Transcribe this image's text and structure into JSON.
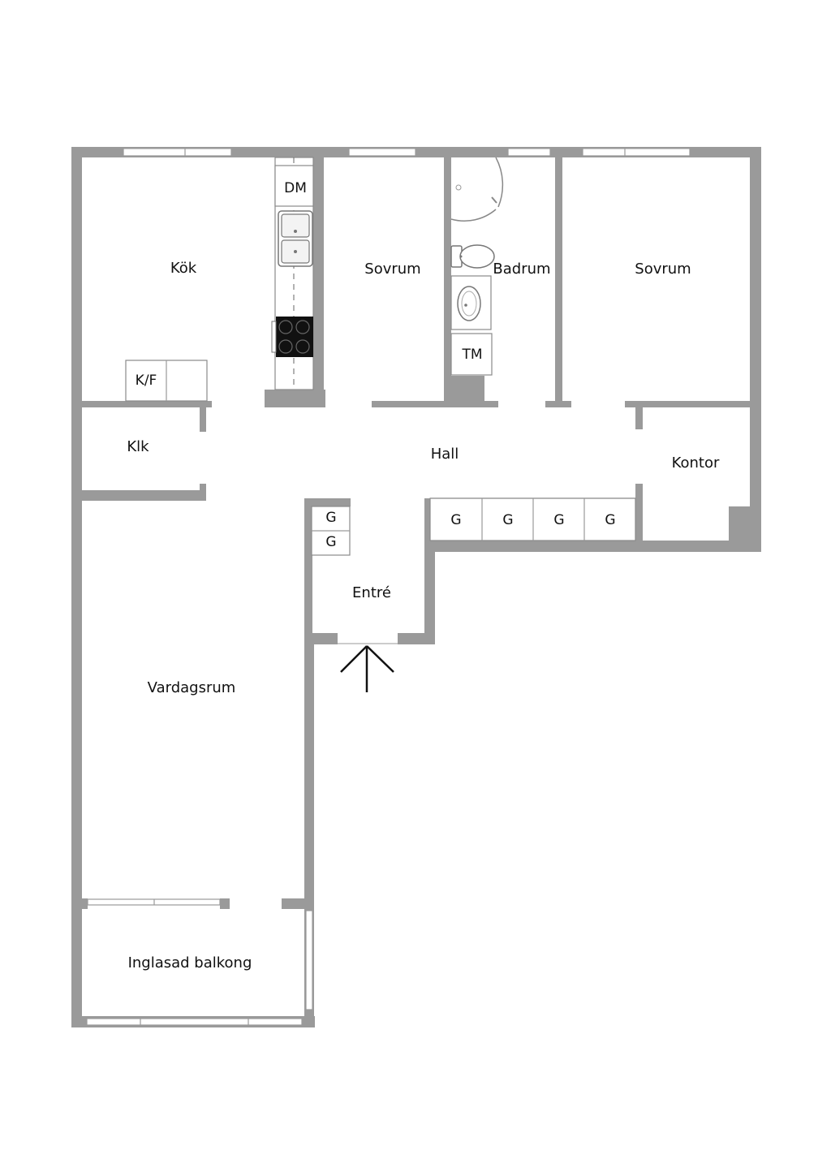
{
  "rooms": {
    "kok": "Kök",
    "sovrum1": "Sovrum",
    "badrum": "Badrum",
    "sovrum2": "Sovrum",
    "klk": "Klk",
    "hall": "Hall",
    "kontor": "Kontor",
    "entre": "Entré",
    "vardagsrum": "Vardagsrum",
    "balkong": "Inglasad balkong"
  },
  "fixtures": {
    "dm": "DM",
    "kf": "K/F",
    "tm": "TM",
    "g": "G"
  },
  "colors": {
    "wall": "#9a9a9a",
    "stove": "#111111",
    "text": "#111111"
  },
  "icons": [
    "entrance-arrow-icon",
    "stove-icon",
    "sink-icon",
    "toilet-icon",
    "washbasin-icon",
    "shower-icon"
  ]
}
